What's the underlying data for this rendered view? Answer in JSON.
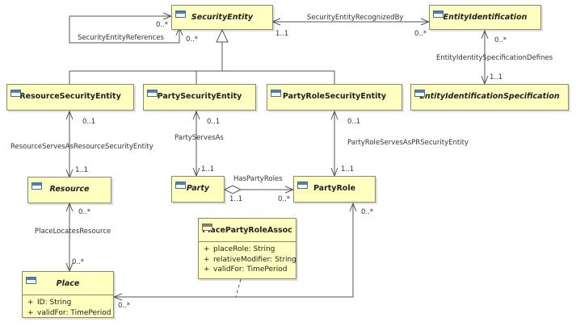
{
  "classes": {
    "security_entity": {
      "name": "SecurityEntity"
    },
    "entity_identification": {
      "name": "EntityIdentification"
    },
    "entity_identification_spec": {
      "name": "EntityIdentificationSpecification"
    },
    "resource_security_entity": {
      "name": "ResourceSecurityEntity"
    },
    "party_security_entity": {
      "name": "PartySecurityEntity"
    },
    "party_role_security_entity": {
      "name": "PartyRoleSecurityEntity"
    },
    "resource": {
      "name": "Resource"
    },
    "party": {
      "name": "Party"
    },
    "party_role": {
      "name": "PartyRole"
    },
    "place_party_role_assoc": {
      "name": "PlacePartyRoleAssoc",
      "attributes": [
        {
          "visibility": "+",
          "text": "placeRole: String"
        },
        {
          "visibility": "+",
          "text": "relativeModifier: String"
        },
        {
          "visibility": "+",
          "text": "validFor: TimePeriod"
        }
      ]
    },
    "place": {
      "name": "Place",
      "attributes": [
        {
          "visibility": "+",
          "text": "ID: String"
        },
        {
          "visibility": "+",
          "text": "validFor: TimePeriod"
        }
      ]
    }
  },
  "associations": {
    "security_entity_references": {
      "name": "SecurityEntityReferences",
      "mult_a": "0..*",
      "mult_b": "0..*"
    },
    "security_entity_recognized_by": {
      "name": "SecurityEntityRecognizedBy",
      "mult_a": "1..1",
      "mult_b": "0..*"
    },
    "entity_identity_spec_defines": {
      "name": "EntityIdentitySpecificationDefines",
      "mult_a": "0..*",
      "mult_b": "1..1"
    },
    "resource_serves_as": {
      "name": "ResourceServesAsResourceSecurityEntity",
      "mult_a": "0..1",
      "mult_b": "1..1"
    },
    "party_serves_as": {
      "name": "PartyServesAs",
      "mult_a": "0..1",
      "mult_b": "1..1"
    },
    "party_role_serves_as": {
      "name": "PartyRoleServesAsPRSecurityEntity",
      "mult_a": "0..1",
      "mult_b": "1..1"
    },
    "has_party_roles": {
      "name": "HasPartyRoles",
      "mult_a": "1..1",
      "mult_b": "0..*"
    },
    "place_locates_resource": {
      "name": "PlaceLocatesResource",
      "mult_a": "0..*",
      "mult_b": "0..*"
    },
    "place_party_role": {
      "mult_a": "0..*",
      "mult_b": "0..*"
    }
  }
}
